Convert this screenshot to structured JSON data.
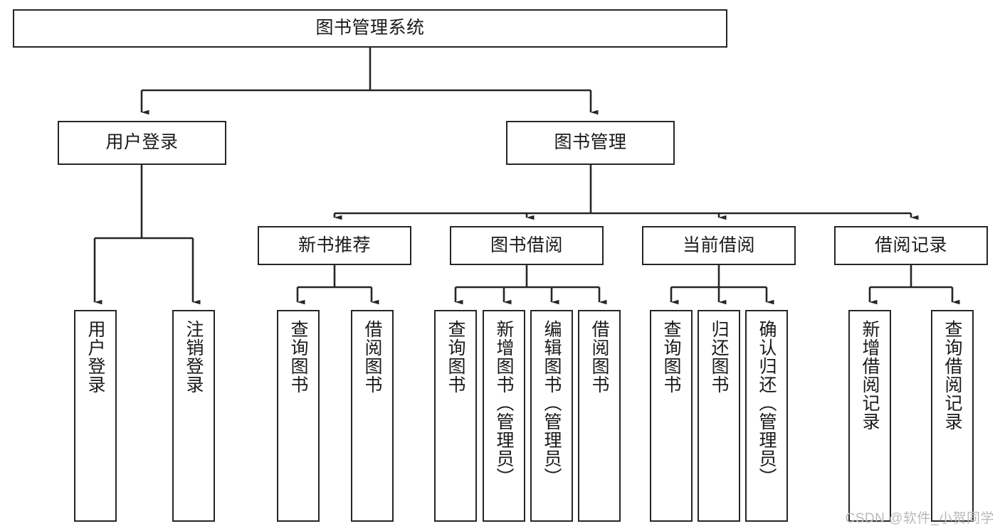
{
  "diagram": {
    "title": "图书管理系统",
    "type": "tree-hierarchy-chart",
    "line_color": "#262626",
    "box_fill": "#ffffff",
    "text_color": "#1a1a1a",
    "nodes": {
      "root": {
        "label": "图书管理系统"
      },
      "level2": [
        {
          "id": "user-login",
          "label": "用户登录"
        },
        {
          "id": "book-manage",
          "label": "图书管理"
        }
      ],
      "level3": [
        {
          "id": "new-book-recommend",
          "label": "新书推荐"
        },
        {
          "id": "book-borrow",
          "label": "图书借阅"
        },
        {
          "id": "current-borrow",
          "label": "当前借阅"
        },
        {
          "id": "borrow-record",
          "label": "借阅记录"
        }
      ],
      "leaves": {
        "user_login": [
          {
            "id": "leaf-user-login",
            "label": "用户登录"
          },
          {
            "id": "leaf-logout-login",
            "label": "注销登录"
          }
        ],
        "new_book_recommend": [
          {
            "id": "leaf-query-book-1",
            "label": "查询图书"
          },
          {
            "id": "leaf-borrow-book-1",
            "label": "借阅图书"
          }
        ],
        "book_borrow": [
          {
            "id": "leaf-query-book-2",
            "label": "查询图书"
          },
          {
            "id": "leaf-add-book",
            "label": "新增图书（管理员）"
          },
          {
            "id": "leaf-edit-book",
            "label": "编辑图书（管理员）"
          },
          {
            "id": "leaf-borrow-book-2",
            "label": "借阅图书"
          }
        ],
        "current_borrow": [
          {
            "id": "leaf-query-book-3",
            "label": "查询图书"
          },
          {
            "id": "leaf-return-book",
            "label": "归还图书"
          },
          {
            "id": "leaf-confirm-return",
            "label": "确认归还（管理员）"
          }
        ],
        "borrow_record": [
          {
            "id": "leaf-add-record",
            "label": "新增借阅记录"
          },
          {
            "id": "leaf-query-record",
            "label": "查询借阅记录"
          }
        ]
      }
    }
  },
  "watermark": {
    "text": "CSDN @软件_小贺同学"
  }
}
